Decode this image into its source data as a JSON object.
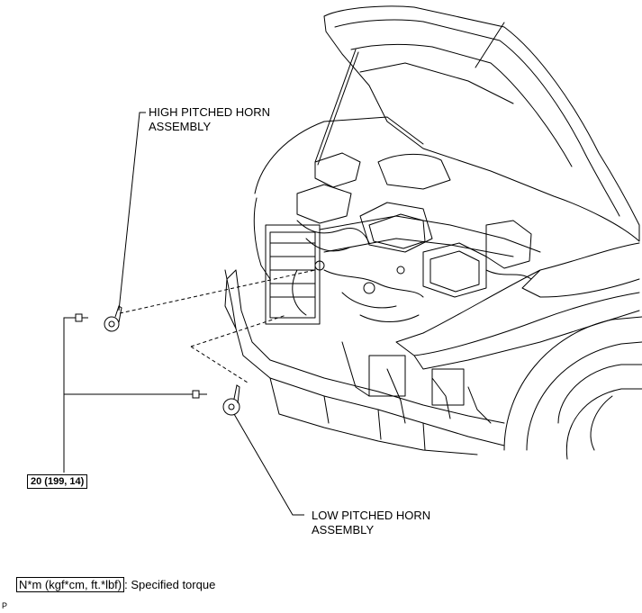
{
  "labels": {
    "high_horn_line1": "HIGH PITCHED HORN",
    "high_horn_line2": "ASSEMBLY",
    "low_horn_line1": "LOW PITCHED HORN",
    "low_horn_line2": "ASSEMBLY",
    "torque_value": "20 (199, 14)"
  },
  "legend": {
    "unit_box": "N*m (kgf*cm, ft.*lbf)",
    "description": ": Specified torque"
  },
  "corner_mark": "P"
}
